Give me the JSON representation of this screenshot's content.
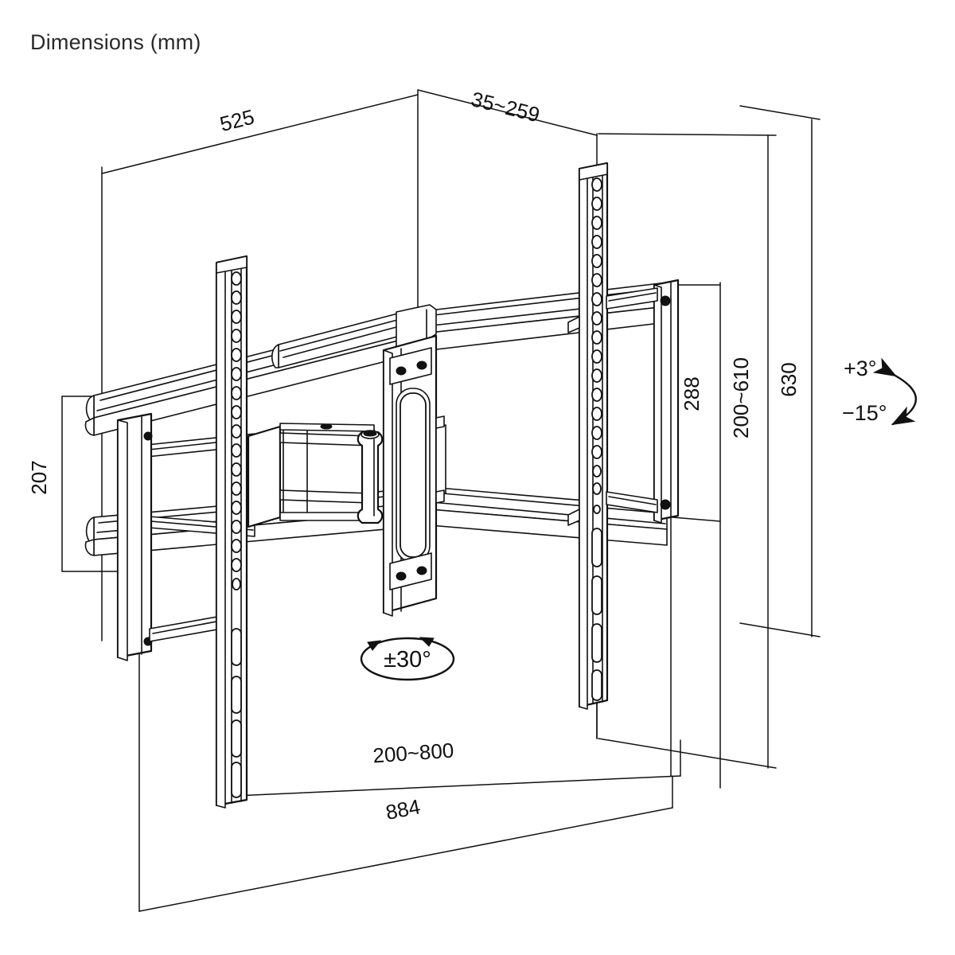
{
  "page": {
    "title": "Dimensions (mm)",
    "background_color": "#ffffff",
    "line_color": "#111111",
    "drawing_type": "isometric-technical-drawing",
    "subject": "full-motion-tv-wall-mount"
  },
  "dimensions": {
    "depth_top_left": "525",
    "depth_top_right": "35~259",
    "height_overall": "630",
    "height_vesa_range": "200~610",
    "height_plate": "288",
    "height_left_arm": "207",
    "width_vesa_range": "200~800",
    "width_overall": "884"
  },
  "annotations": {
    "tilt_up": "+3°",
    "tilt_down": "−15°",
    "swivel": "±30°"
  },
  "icons": {
    "tilt_arc": "tilt-arc-icon",
    "swivel_ellipse": "swivel-ellipse-icon"
  }
}
